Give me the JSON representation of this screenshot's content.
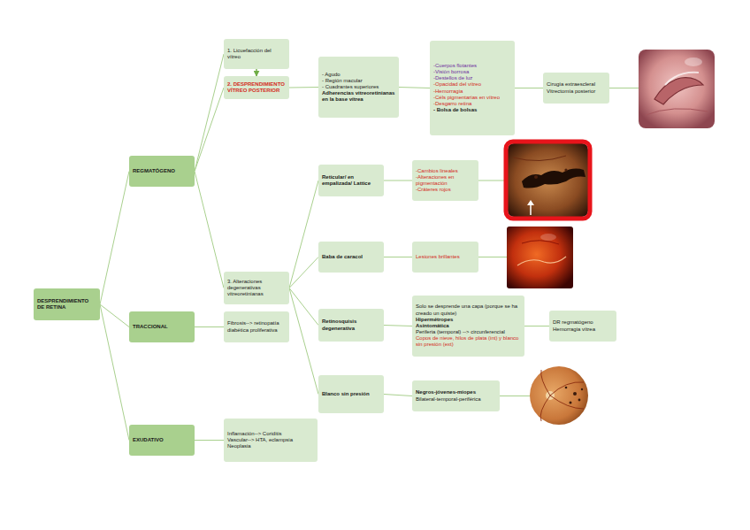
{
  "diagram": {
    "nodes": [
      {
        "text": [
          "DESPRENDIMIENTO DE RETINA"
        ]
      },
      {
        "text": [
          "REGMATÓGENO"
        ]
      },
      {
        "text": [
          "TRACCIONAL"
        ]
      },
      {
        "text": [
          "EXUDATIVO"
        ]
      },
      {
        "text": [
          "1. Licuefacción del vítreo"
        ]
      },
      {
        "text": [
          "2. DESPRENDIMIENTO VÍTREO POSTERIOR"
        ]
      },
      {
        "text": [
          "3. Alteraciones degenerativas vitreoretinianas"
        ]
      },
      {
        "text": [
          "Fibrosis--> retinopatía diabética proliferativa"
        ]
      },
      {
        "text": [
          "Inflamación--> Coriditis",
          "Vascular--> HTA, eclampsia",
          "Neoplasia"
        ]
      },
      {
        "text": [
          "- Agudo",
          "- Región macular",
          "- Cuadrantes superiores",
          "Adherencias vitreoretinianas en la base vítrea"
        ]
      },
      {
        "text": [
          "-Cuerpos flotantes",
          "-Visión borrosa",
          "-Destellos de luz",
          "-Opacidad del vítreo",
          "-Hemorragia",
          "-Céls pigmentarias en vítreo",
          "-Desgarro retina",
          "- Bolsa de bolsas"
        ]
      },
      {
        "text": [
          "Cirugía extraescleral",
          "Vitrectomía posterior"
        ]
      },
      {
        "text": [
          "Reticular/ en empalizada/ Lattice"
        ]
      },
      {
        "text": [
          "-Cambios lineales",
          "-Alteraciones en pigmentación",
          "-Cráteres rojos"
        ]
      },
      {
        "text": [
          "Baba de caracol"
        ]
      },
      {
        "text": [
          "Lesiones brillantes"
        ]
      },
      {
        "text": [
          "Retinosquisis degenerativa"
        ]
      },
      {
        "text": [
          "Solo se desprende una capa (porque se ha creado un quiste)",
          "Hipermétropes",
          "Asintomática",
          "Periferia (temporal) --> circunferencial",
          "Copos de nieve, hilos de plata (int) y blanco sin presión (ext)"
        ]
      },
      {
        "text": [
          "DR regmatógeno",
          "Hemorragia vítrea"
        ]
      },
      {
        "text": [
          "Blanco sin presión"
        ]
      },
      {
        "text": [
          "Negros-jóvenes-miopes",
          "Bilateral-temporal-periférica"
        ]
      }
    ],
    "edges": [
      {
        "from": 0,
        "to": 1,
        "arrow": "none"
      },
      {
        "from": 0,
        "to": 2,
        "arrow": "none"
      },
      {
        "from": 0,
        "to": 3,
        "arrow": "none"
      },
      {
        "from": 1,
        "to": 4,
        "arrow": "none"
      },
      {
        "from": 1,
        "to": 5,
        "arrow": "none"
      },
      {
        "from": 1,
        "to": 6,
        "arrow": "none"
      },
      {
        "from": 4,
        "to": 5,
        "arrow": "to"
      },
      {
        "from": 5,
        "to": 9,
        "arrow": "none"
      },
      {
        "from": 9,
        "to": 10,
        "arrow": "none"
      },
      {
        "from": 10,
        "to": 11,
        "arrow": "none"
      },
      {
        "from": 6,
        "to": 12,
        "arrow": "none"
      },
      {
        "from": 6,
        "to": 14,
        "arrow": "none"
      },
      {
        "from": 6,
        "to": 16,
        "arrow": "none"
      },
      {
        "from": 6,
        "to": 19,
        "arrow": "none"
      },
      {
        "from": 12,
        "to": 13,
        "arrow": "none"
      },
      {
        "from": 14,
        "to": 15,
        "arrow": "none"
      },
      {
        "from": 16,
        "to": 17,
        "arrow": "none"
      },
      {
        "from": 17,
        "to": 18,
        "arrow": "none"
      },
      {
        "from": 19,
        "to": 20,
        "arrow": "none"
      },
      {
        "from": 2,
        "to": 7,
        "arrow": "none"
      },
      {
        "from": 3,
        "to": 8,
        "arrow": "none"
      }
    ]
  }
}
